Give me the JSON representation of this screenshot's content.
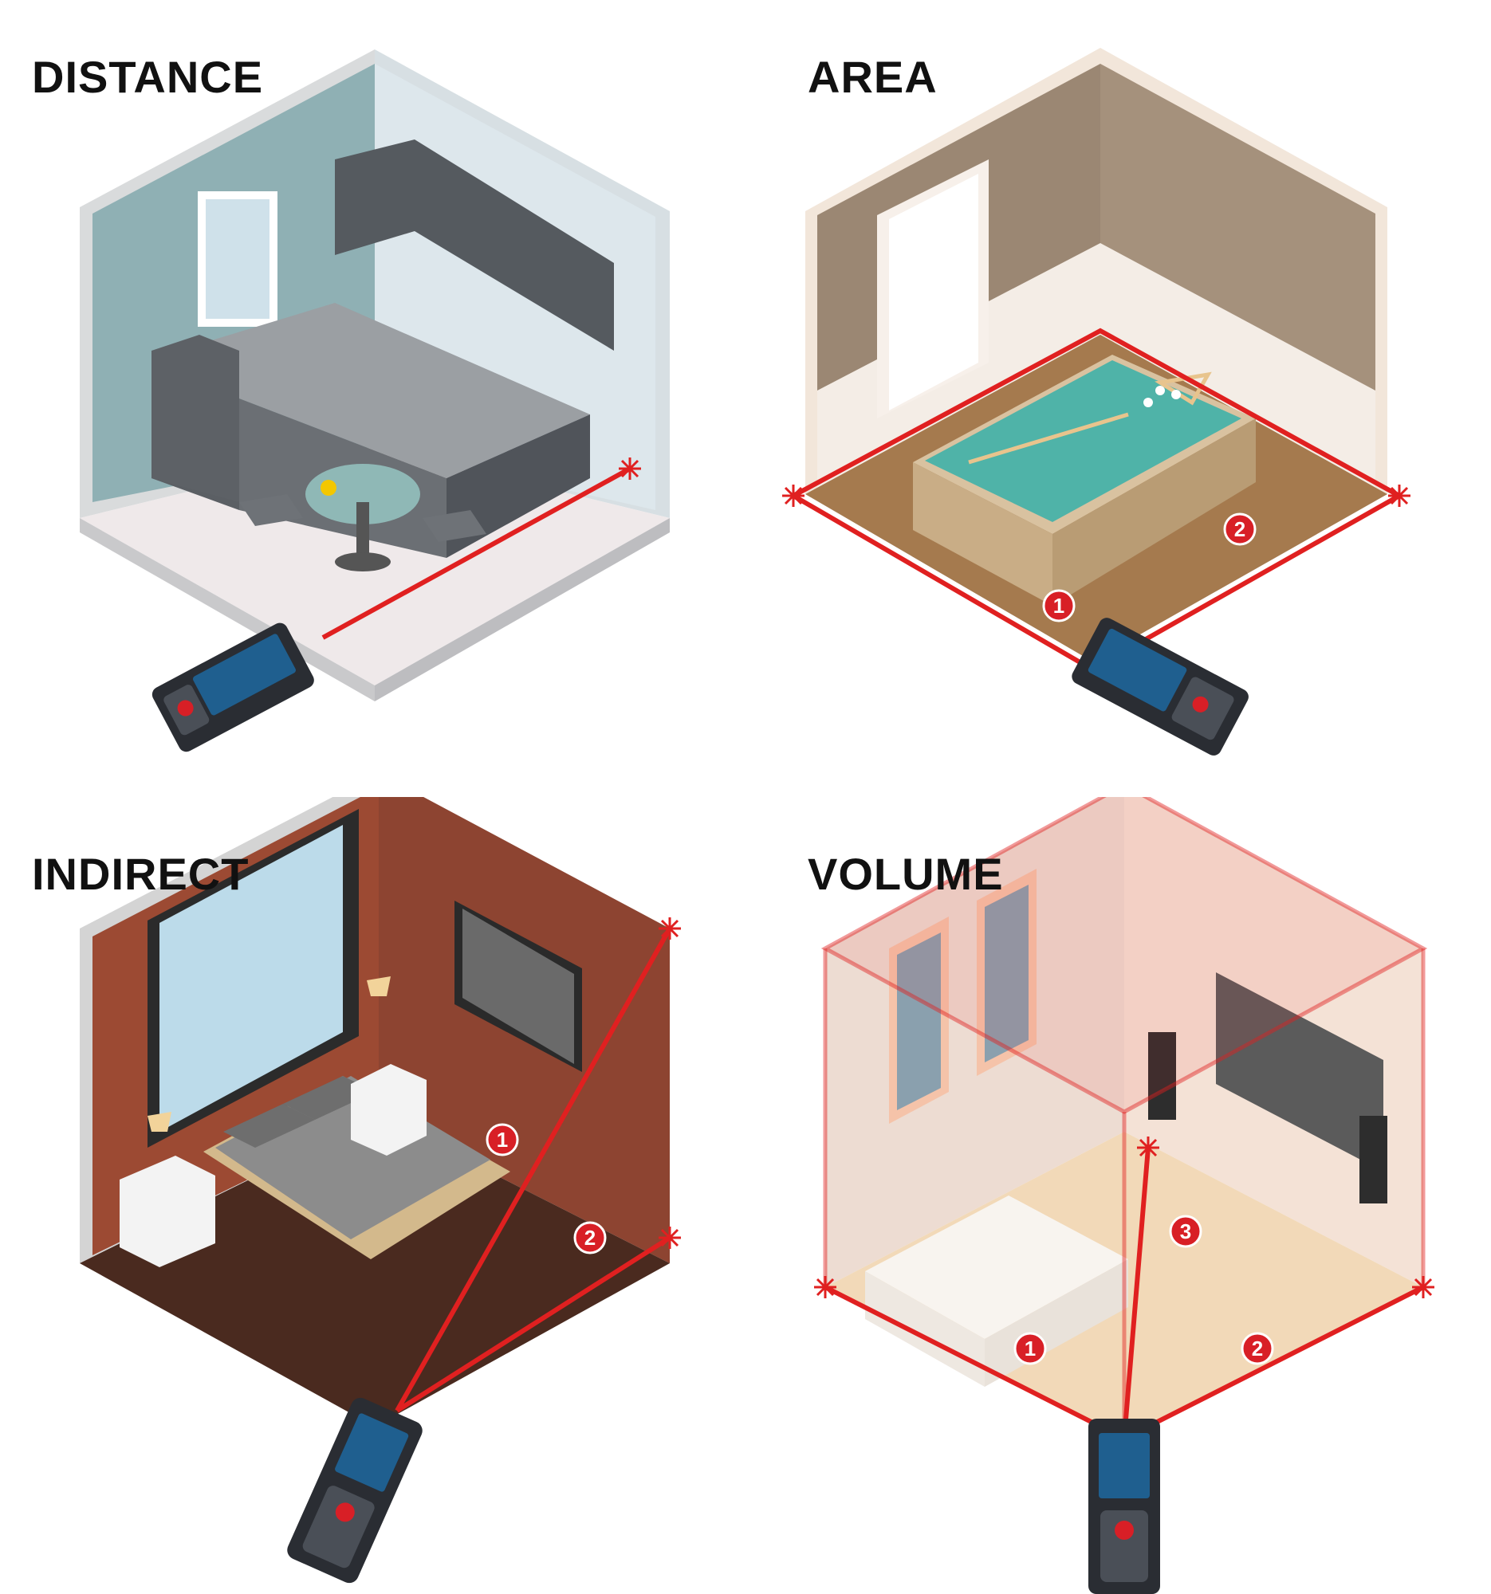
{
  "panels": {
    "distance": {
      "title": "DISTANCE"
    },
    "area": {
      "title": "AREA",
      "markers": [
        "1",
        "2"
      ]
    },
    "indirect": {
      "title": "INDIRECT",
      "markers": [
        "1",
        "2"
      ]
    },
    "volume": {
      "title": "VOLUME",
      "markers": [
        "1",
        "2",
        "3"
      ]
    }
  },
  "colors": {
    "laser": "#e02020",
    "badge": "#d81f26",
    "device_body": "#2a2d33",
    "device_screen": "#1f5f8f",
    "kitchen_wall": "#8fb0b4",
    "billiard_felt": "#4fb3a8",
    "brick": "#9c4a33",
    "living_wall": "#f2ddd0"
  }
}
